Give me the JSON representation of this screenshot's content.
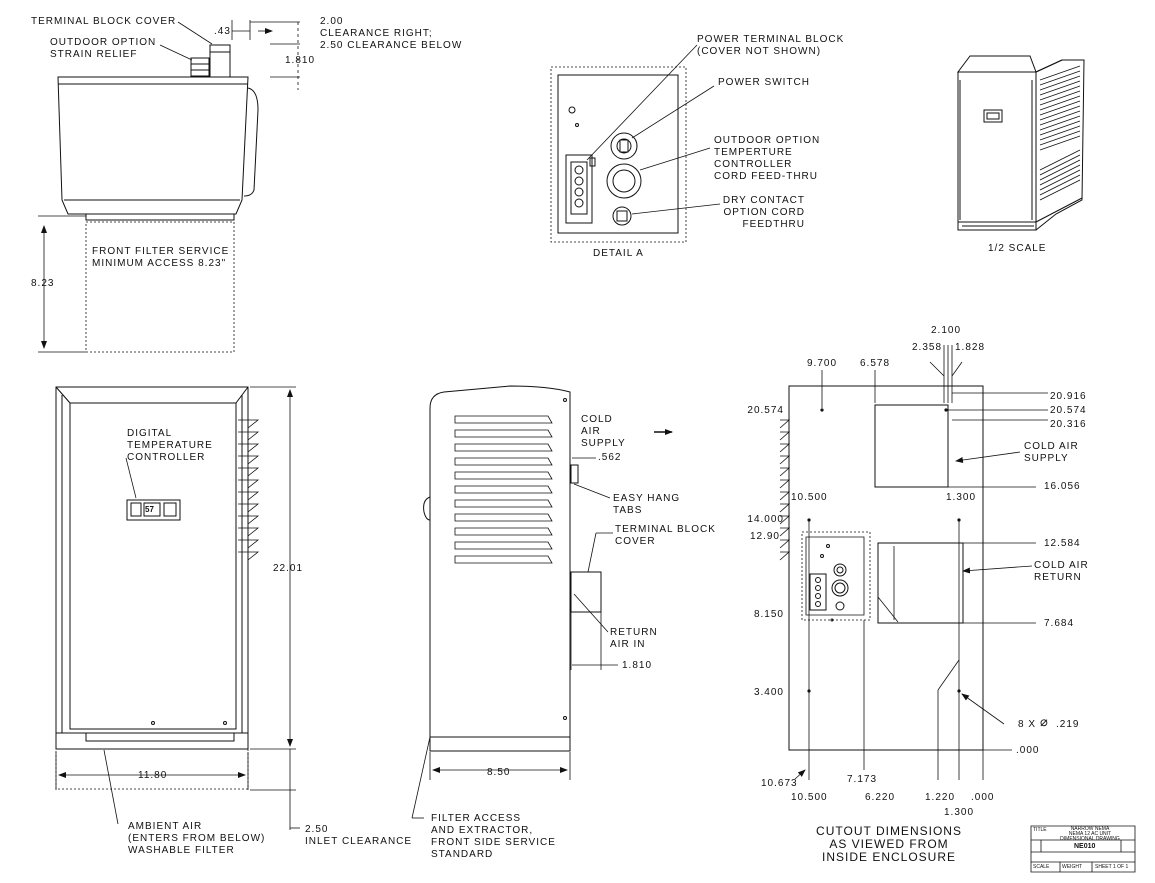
{
  "top_view": {
    "terminal_block_cover": "TERMINAL BLOCK COVER",
    "strain_relief": "OUTDOOR OPTION\nSTRAIN RELIEF",
    "dim_043": ".43",
    "dim_200_clearance": "2.00\nCLEARANCE RIGHT;\n2.50 CLEARANCE BELOW",
    "dim_1810": "1.810",
    "front_filter": "FRONT FILTER SERVICE\nMINIMUM ACCESS 8.23\"",
    "dim_823": "8.23"
  },
  "detail_a": {
    "power_terminal_block": "POWER TERMINAL BLOCK\n(COVER NOT SHOWN)",
    "power_switch": "POWER SWITCH",
    "outdoor_feedthru": "OUTDOOR OPTION\nTEMPERTURE\nCONTROLLER\nCORD FEED-THRU",
    "dry_contact": "DRY CONTACT\nOPTION CORD\nFEEDTHRU",
    "title": "DETAIL A"
  },
  "iso_view": {
    "scale": "1/2 SCALE"
  },
  "front_view": {
    "digital_controller": "DIGITAL\nTEMPERATURE\nCONTROLLER",
    "display_value": "57",
    "dim_2201": "22.01",
    "dim_1180": "11.80",
    "dim_250": "2.50",
    "inlet_clearance": "INLET CLEARANCE",
    "ambient_air": "AMBIENT AIR\n(ENTERS FROM BELOW)\nWASHABLE FILTER"
  },
  "side_view": {
    "cold_air_supply": "COLD\nAIR\nSUPPLY",
    "dim_562": ".562",
    "easy_hang": "EASY HANG\nTABS",
    "terminal_block_cover": "TERMINAL BLOCK\nCOVER",
    "return_air": "RETURN\nAIR IN",
    "dim_1810": "1.810",
    "dim_850": "8.50",
    "filter_access": "FILTER ACCESS\nAND EXTRACTOR,\nFRONT SIDE SERVICE\nSTANDARD"
  },
  "cutout": {
    "d_2100": "2.100",
    "d_2358": "2.358",
    "d_1828": "1.828",
    "d_9700": "9.700",
    "d_6578": "6.578",
    "d_20574_left": "20.574",
    "d_20916": "20.916",
    "d_20574_right": "20.574",
    "d_20316": "20.316",
    "cold_air_supply": "COLD AIR\nSUPPLY",
    "d_1300_top": "1.300",
    "d_16056": "16.056",
    "d_10500_top": "10.500",
    "d_14000": "14.000",
    "d_1290": "12.90",
    "d_12584": "12.584",
    "cold_air_return": "COLD AIR\nRETURN",
    "d_8150": "8.150",
    "d_7684": "7.684",
    "d_3400": "3.400",
    "holes": "8 X",
    "hole_dia": ".219",
    "d_000_right": ".000",
    "d_10673": "10.673",
    "d_10500_bot": "10.500",
    "d_7173": "7.173",
    "d_6220": "6.220",
    "d_1220": "1.220",
    "d_1300_bot": "1.300",
    "d_000_bot": ".000",
    "title": "CUTOUT DIMENSIONS\nAS VIEWED FROM\nINSIDE ENCLOSURE"
  },
  "title_block": {
    "title_label": "TITLE",
    "line1": "NARROW NEMA",
    "line2": "NEMA 12 AC UNIT",
    "line3": "DIMENSIONAL DRAWING",
    "drawing_no": "NE010",
    "scale_label": "SCALE",
    "weight_label": "WEIGHT",
    "sheet_label": "SHEET 1 OF 1"
  }
}
